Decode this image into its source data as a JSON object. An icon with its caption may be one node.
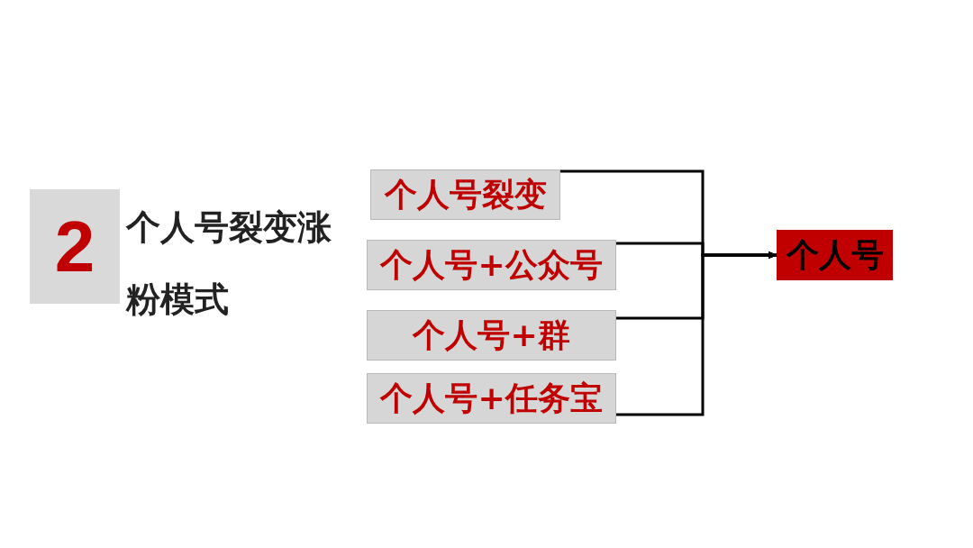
{
  "diagram": {
    "nodes": [
      {
        "text": [
          "2"
        ],
        "beside": [
          "个人号裂变涨粉模式"
        ]
      },
      {
        "text": [
          "个人号裂变"
        ]
      },
      {
        "text": [
          "个人号+公众号"
        ]
      },
      {
        "text": [
          "个人号+群"
        ]
      },
      {
        "text": [
          "个人号+任务宝"
        ]
      },
      {
        "text": [
          "个人号"
        ]
      }
    ],
    "edges": [
      {
        "from": 1,
        "to": 5,
        "arrow": "to"
      },
      {
        "from": 2,
        "to": 5,
        "arrow": "to"
      },
      {
        "from": 3,
        "to": 5,
        "arrow": "to"
      },
      {
        "from": 4,
        "to": 5,
        "arrow": "to"
      }
    ]
  }
}
